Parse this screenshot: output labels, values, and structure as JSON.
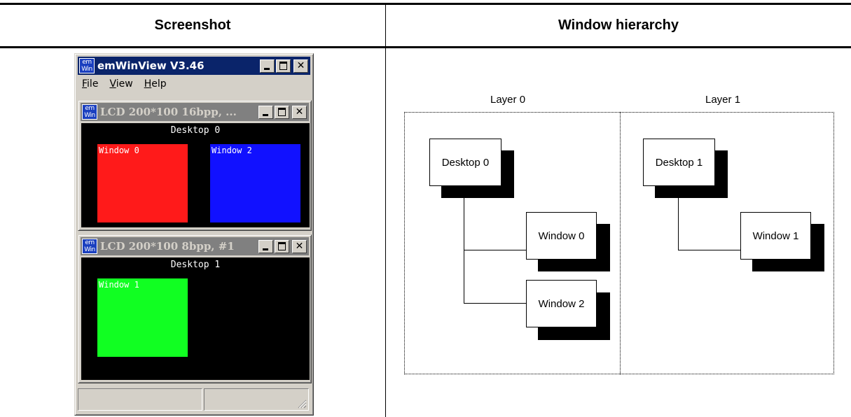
{
  "table": {
    "header_left": "Screenshot",
    "header_right": "Window hierarchy"
  },
  "app": {
    "logo_top": "em",
    "logo_bottom": "Win",
    "title": "emWinView V3.46",
    "menu": [
      {
        "label": "File",
        "accel": "F",
        "rest": "ile"
      },
      {
        "label": "View",
        "accel": "V",
        "rest": "iew"
      },
      {
        "label": "Help",
        "accel": "H",
        "rest": "elp"
      }
    ],
    "close_glyph": "✕",
    "children": [
      {
        "title": "LCD 200*100 16bpp, ...",
        "desktop": "Desktop 0",
        "windows": [
          {
            "label": "Window 0",
            "color": "#ff1a1a"
          },
          {
            "label": "Window 2",
            "color": "#1111ff"
          }
        ]
      },
      {
        "title": "LCD 200*100 8bpp, #1",
        "desktop": "Desktop 1",
        "windows": [
          {
            "label": "Window 1",
            "color": "#11ff22"
          }
        ]
      }
    ]
  },
  "hierarchy": {
    "layers": [
      {
        "label": "Layer 0",
        "desktop": "Desktop 0",
        "windows": [
          "Window 0",
          "Window 2"
        ]
      },
      {
        "label": "Layer 1",
        "desktop": "Desktop 1",
        "windows": [
          "Window 1"
        ]
      }
    ]
  },
  "colors": {
    "title_active": "#0a246a",
    "title_inactive": "#808080",
    "face": "#d4d0c8"
  }
}
